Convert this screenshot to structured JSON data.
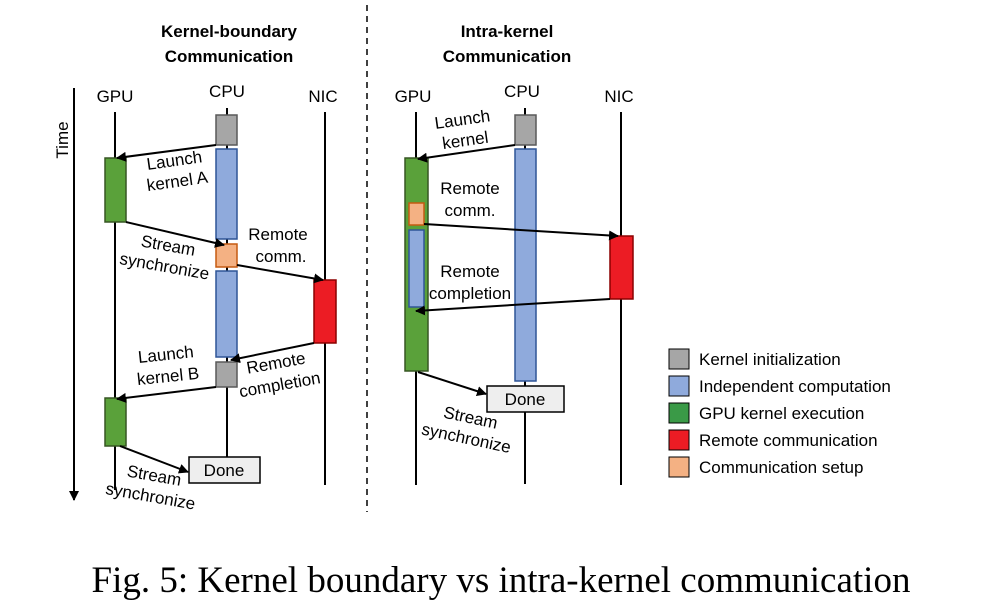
{
  "panels": {
    "left": {
      "title_line1": "Kernel-boundary",
      "title_line2": "Communication",
      "gpu": "GPU",
      "cpu": "CPU",
      "nic": "NIC",
      "time": "Time",
      "launch_a": [
        "Launch",
        "kernel A"
      ],
      "remote_comm": [
        "Remote",
        "comm."
      ],
      "stream_sync_1": [
        "Stream",
        "synchronize"
      ],
      "launch_b": [
        "Launch",
        "kernel B"
      ],
      "remote_completion": [
        "Remote",
        "completion"
      ],
      "stream_sync_2": [
        "Stream",
        "synchronize"
      ],
      "done": "Done"
    },
    "right": {
      "title_line1": "Intra-kernel",
      "title_line2": "Communication",
      "gpu": "GPU",
      "cpu": "CPU",
      "nic": "NIC",
      "launch": [
        "Launch",
        "kernel"
      ],
      "remote_comm": [
        "Remote",
        "comm."
      ],
      "remote_completion": [
        "Remote",
        "completion"
      ],
      "stream_sync": [
        "Stream",
        "synchronize"
      ],
      "done": "Done"
    }
  },
  "legend": [
    {
      "label": "Kernel initialization",
      "color": "#a6a6a6"
    },
    {
      "label": "Independent computation",
      "color": "#8faadc"
    },
    {
      "label": "GPU kernel execution",
      "color": "#3a9a47"
    },
    {
      "label": "Remote communication",
      "color": "#ec1c24"
    },
    {
      "label": "Communication setup",
      "color": "#f4b183"
    }
  ],
  "caption": "Fig. 5: Kernel boundary vs intra-kernel communication"
}
